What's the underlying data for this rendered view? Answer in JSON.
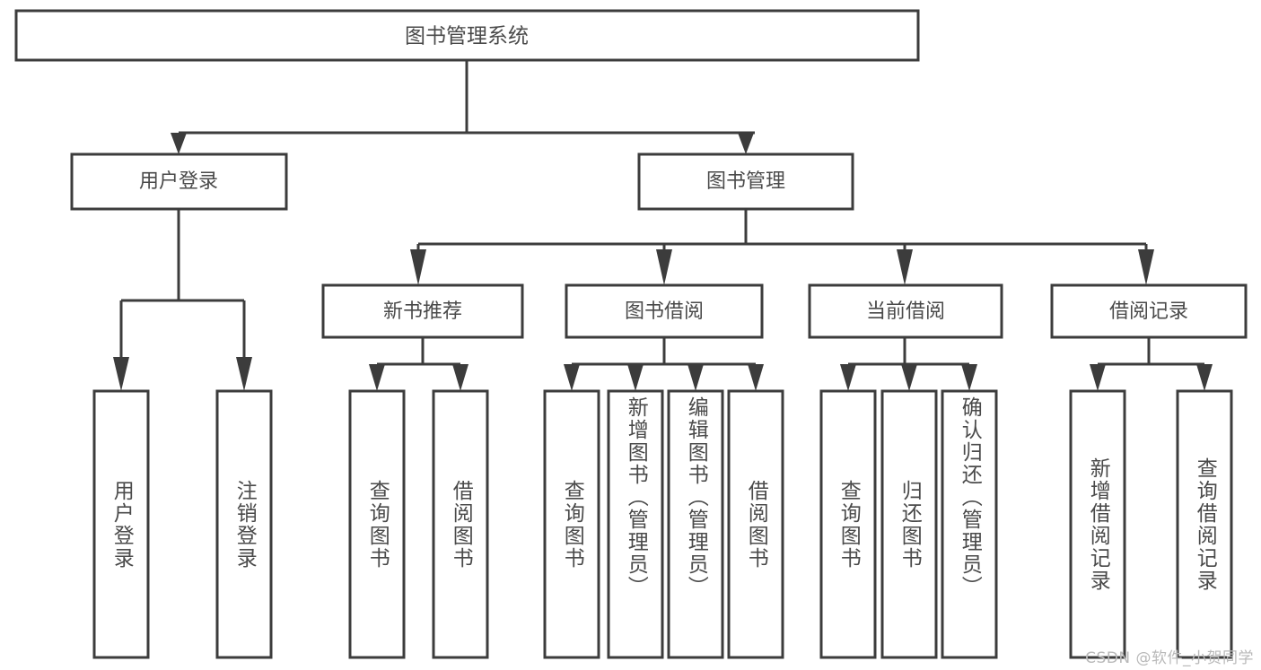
{
  "diagram": {
    "title": "图书管理系统",
    "type": "tree-hierarchy-diagram",
    "watermark": "CSDN @软件_小贺同学",
    "colors": {
      "stroke": "#3c3c3c",
      "text": "#4a4a4a",
      "background": "#ffffff",
      "watermark": "#b9b9b9"
    },
    "levels": {
      "root": {
        "label": "图书管理系统"
      },
      "level2": [
        {
          "label": "用户登录"
        },
        {
          "label": "图书管理"
        }
      ],
      "level3": [
        {
          "label": "新书推荐"
        },
        {
          "label": "图书借阅"
        },
        {
          "label": "当前借阅"
        },
        {
          "label": "借阅记录"
        }
      ],
      "leaves": {
        "user_login": [
          {
            "label": "用户登录"
          },
          {
            "label": "注销登录"
          }
        ],
        "new_book_recommend": [
          {
            "label": "查询图书"
          },
          {
            "label": "借阅图书"
          }
        ],
        "book_borrow": [
          {
            "label": "查询图书"
          },
          {
            "label": "新增图书（管理员）"
          },
          {
            "label": "编辑图书（管理员）"
          },
          {
            "label": "借阅图书"
          }
        ],
        "current_borrow": [
          {
            "label": "查询图书"
          },
          {
            "label": "归还图书"
          },
          {
            "label": "确认归还（管理员）"
          }
        ],
        "borrow_records": [
          {
            "label": "新增借阅记录"
          },
          {
            "label": "查询借阅记录"
          }
        ]
      }
    }
  }
}
